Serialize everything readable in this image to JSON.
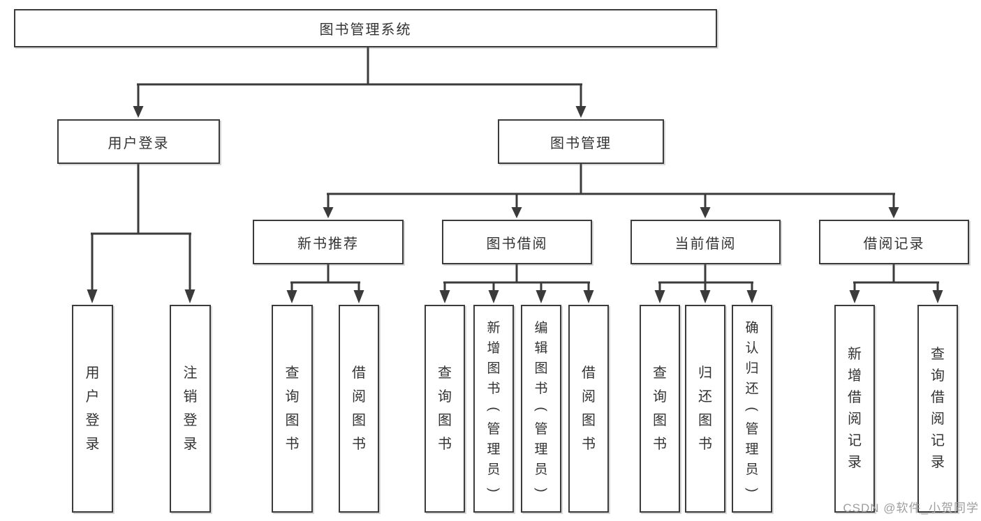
{
  "tree": {
    "root": {
      "label": "图书管理系统"
    },
    "children": [
      {
        "label": "用户登录",
        "children": [
          "用户登录",
          "注销登录"
        ]
      },
      {
        "label": "图书管理",
        "children": [
          {
            "label": "新书推荐",
            "children": [
              "查询图书",
              "借阅图书"
            ]
          },
          {
            "label": "图书借阅",
            "children": [
              "查询图书",
              "新增图书（管理员）",
              "编辑图书（管理员）",
              "借阅图书"
            ]
          },
          {
            "label": "当前借阅",
            "children": [
              "查询图书",
              "归还图书",
              "确认归还（管理员）"
            ]
          },
          {
            "label": "借阅记录",
            "children": [
              "新增借阅记录",
              "查询借阅记录"
            ]
          }
        ]
      }
    ]
  },
  "watermark": {
    "text": "CSDN @软件_小贺同学"
  },
  "colors": {
    "line": "#3b3b3b",
    "text": "#333333",
    "watermark": "#9e9e9e",
    "background": "#ffffff"
  }
}
